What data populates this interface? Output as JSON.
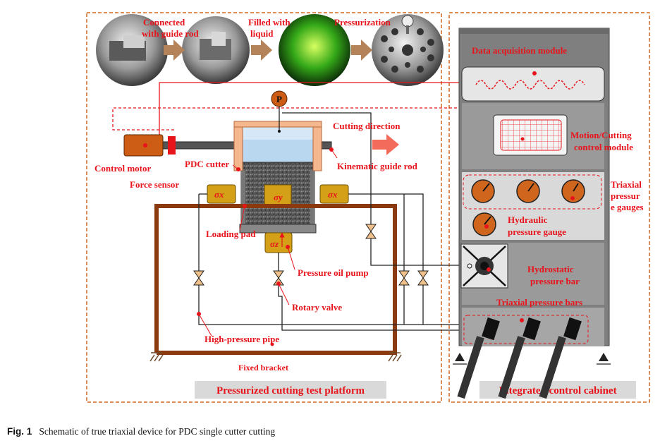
{
  "photo_labels": {
    "connected_1": "Connected",
    "connected_2": "with guide rod",
    "filled_1": "Filled with",
    "filled_2": "liquid",
    "pressurization": "Pressurization"
  },
  "gauge_symbol": "P",
  "sigma_x": "σx",
  "sigma_y": "σy",
  "sigma_z": "σz",
  "labels": {
    "control_motor": "Control motor",
    "force_sensor": "Force sensor",
    "pdc_cutter": "PDC cutter",
    "cutting_direction": "Cutting direction",
    "kinematic_guide_rod": "Kinematic guide rod",
    "loading_pad": "Loading pad",
    "pressure_oil_pump": "Pressure oil pump",
    "rotary_valve": "Rotary valve",
    "high_pressure_pipe": "High-pressure pipe",
    "fixed_bracket": "Fixed bracket",
    "data_acquisition_module": "Data acquisition module",
    "motion_cutting_1": "Motion/Cutting",
    "motion_cutting_2": "control module",
    "triaxial_gauges_1": "Triaxial",
    "triaxial_gauges_2": "pressur",
    "triaxial_gauges_3": "e gauges",
    "hydraulic_gauge_1": "Hydraulic",
    "hydraulic_gauge_2": "pressure gauge",
    "hydrostatic_bar_1": "Hydrostatic",
    "hydrostatic_bar_2": "pressure bar",
    "triaxial_bars": "Triaxial pressure bars"
  },
  "panels": {
    "left_title": "Pressurized cutting test platform",
    "right_title": "Integrated control cabinet"
  },
  "caption": {
    "fig": "Fig. 1",
    "text": "Schematic of true triaxial device for PDC single cutter cutting"
  },
  "colors": {
    "label_red": "#e8141b",
    "frame_brown": "#8b3a10",
    "panel_border": "#d2691e",
    "cabinet_grey": "#808080",
    "arrow_salmon": "#f26b5b",
    "pad_yellow": "#d4a017"
  }
}
